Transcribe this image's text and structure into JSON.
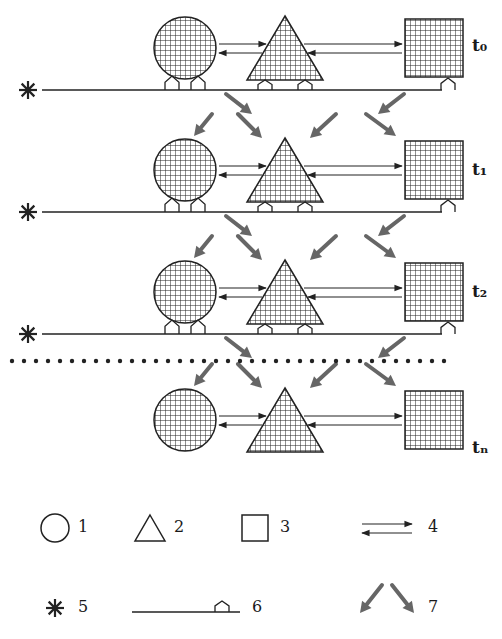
{
  "diagram": {
    "labels": [
      "t₀",
      "t₁",
      "t₂",
      "tₙ"
    ],
    "legend": [
      {
        "text": "1"
      },
      {
        "text": "2"
      },
      {
        "text": "3"
      },
      {
        "text": "4"
      },
      {
        "text": "5"
      },
      {
        "text": "6"
      },
      {
        "text": "7"
      }
    ]
  }
}
